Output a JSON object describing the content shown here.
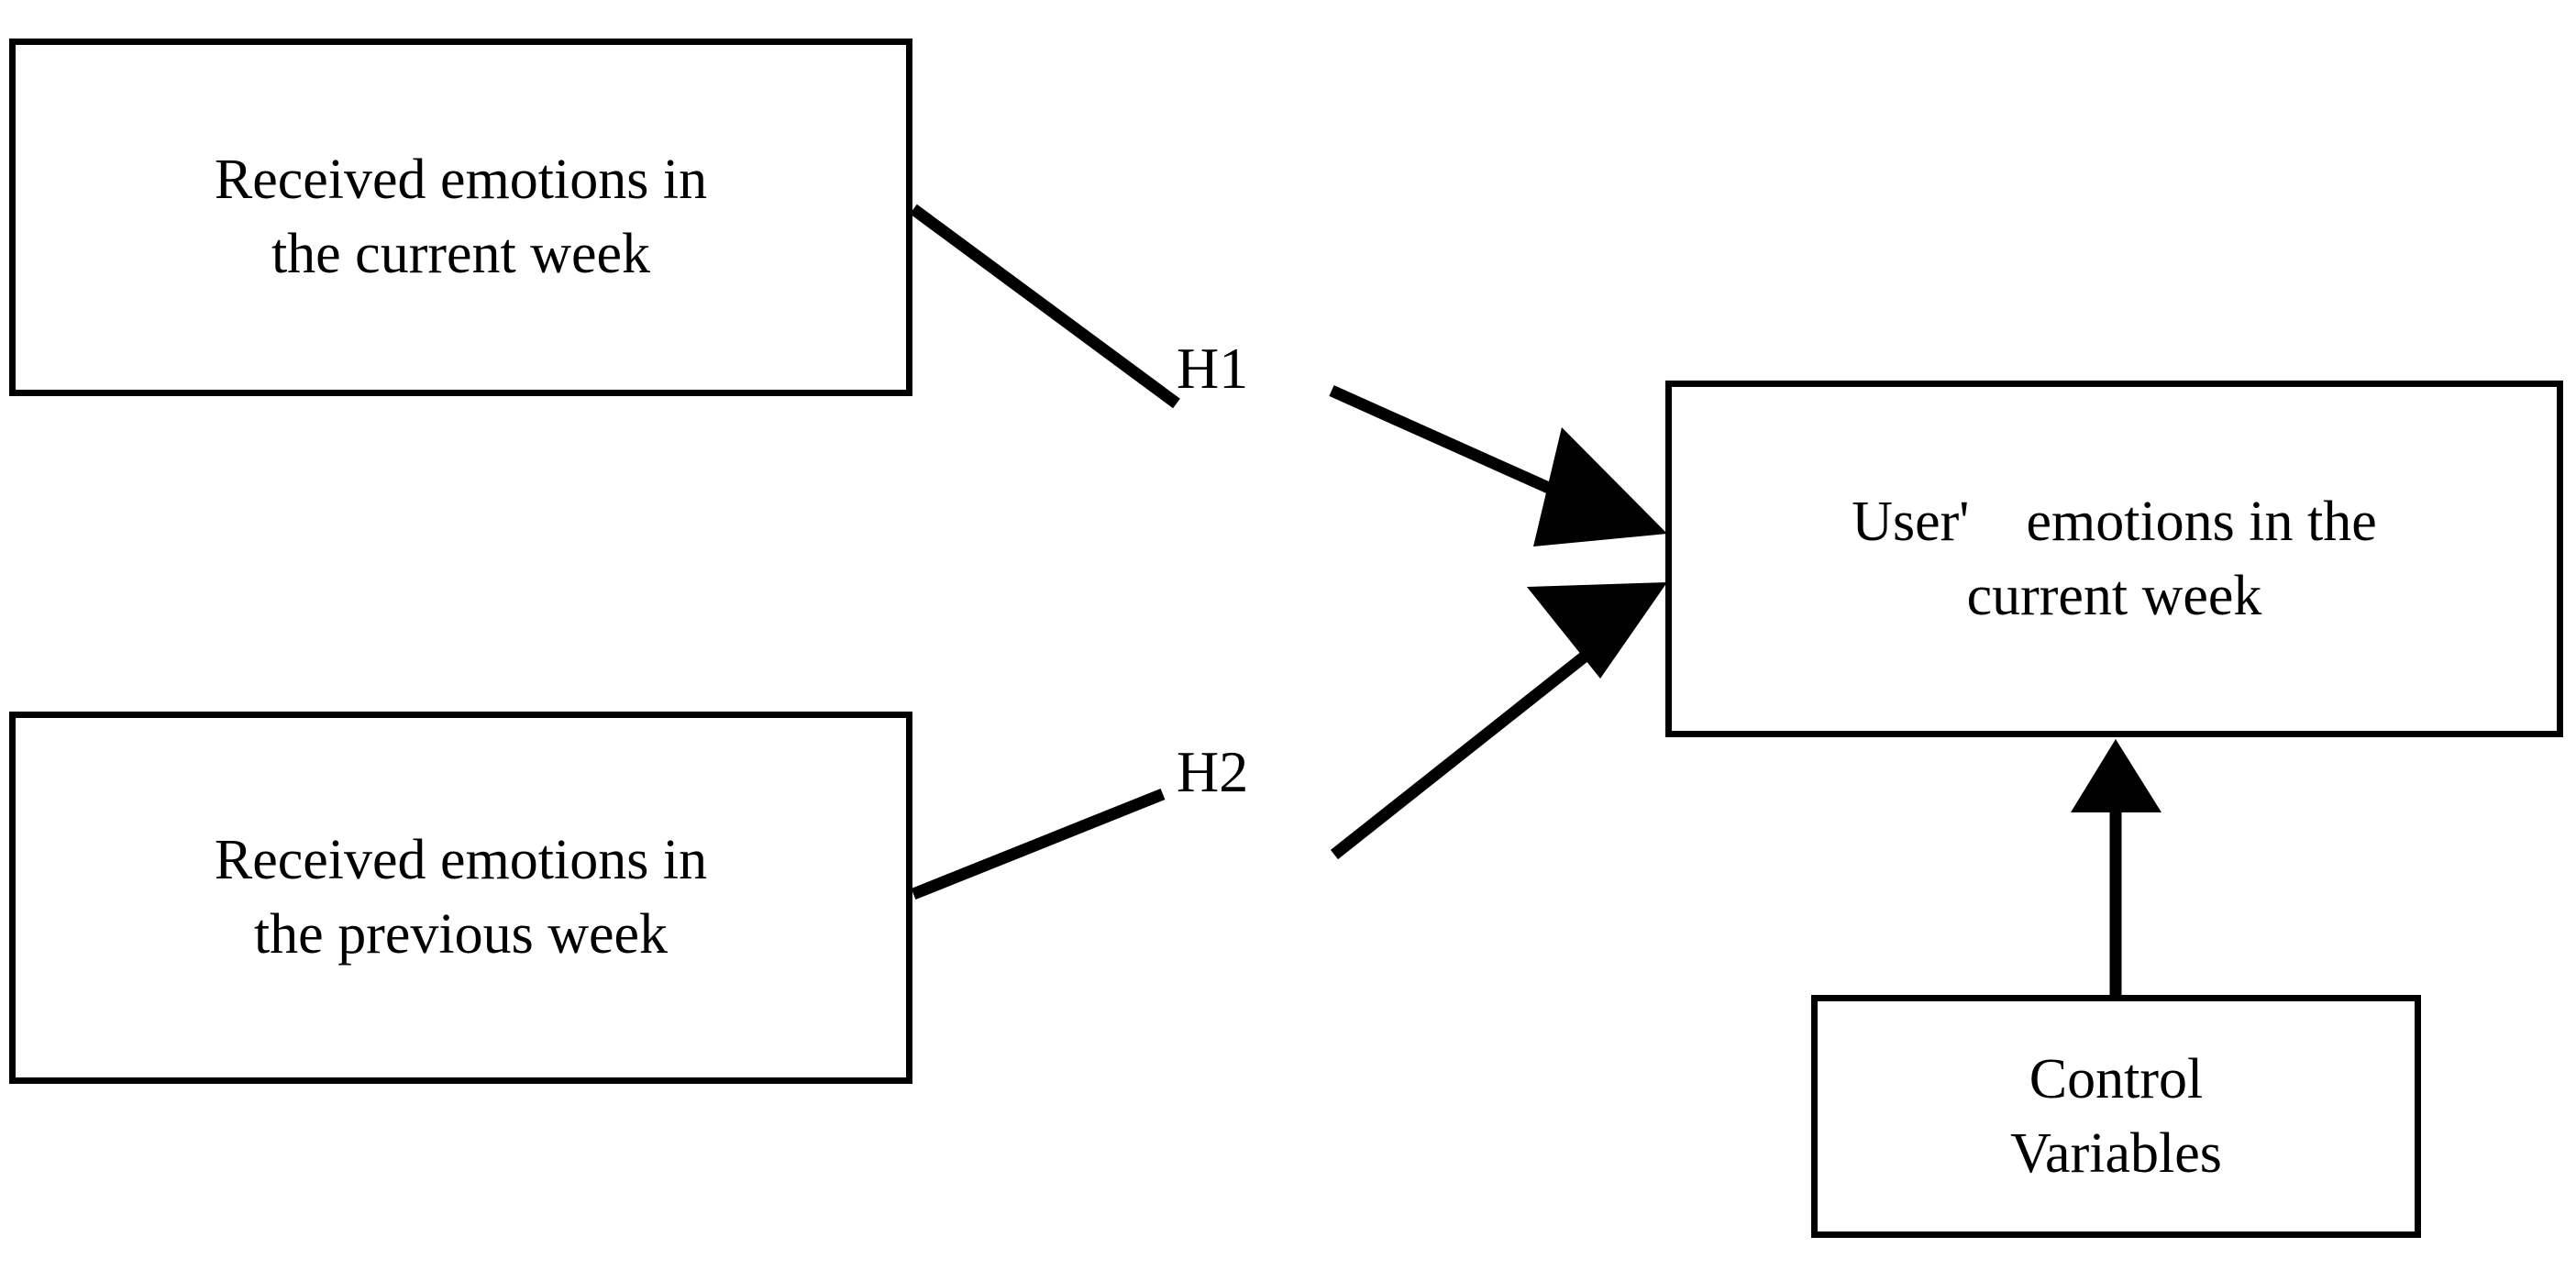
{
  "diagram": {
    "title": "Research model with hypotheses H1 and H2",
    "type": "conceptual-model",
    "background_color": "#ffffff",
    "line_color": "#000000",
    "text_color": "#000000",
    "nodes": [
      {
        "id": "received-current",
        "label": "Received emotions in\nthe current week",
        "role": "independent-variable"
      },
      {
        "id": "received-previous",
        "label": "Received emotions in\nthe previous week",
        "role": "independent-variable"
      },
      {
        "id": "user-emotions",
        "label": "User'　emotions in the\ncurrent week",
        "role": "dependent-variable"
      },
      {
        "id": "control-variables",
        "label": "Control\nVariables",
        "role": "control"
      }
    ],
    "edges": [
      {
        "id": "h1",
        "label": "H1",
        "from": "received-current",
        "to": "user-emotions",
        "arrowhead": "solid-triangle"
      },
      {
        "id": "h2",
        "label": "H2",
        "from": "received-previous",
        "to": "user-emotions",
        "arrowhead": "solid-triangle"
      },
      {
        "id": "control-link",
        "label": "",
        "from": "control-variables",
        "to": "user-emotions",
        "arrowhead": "solid-triangle"
      }
    ]
  }
}
